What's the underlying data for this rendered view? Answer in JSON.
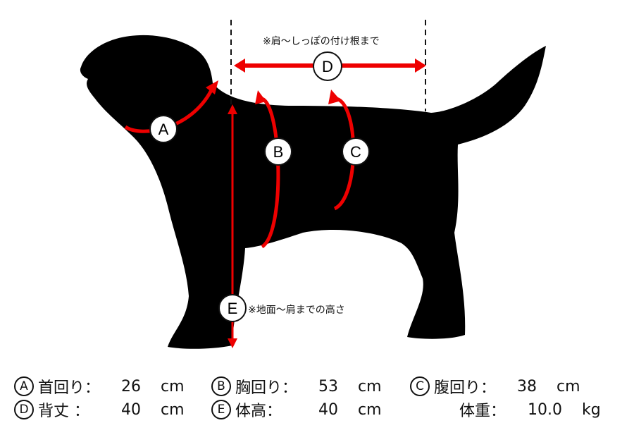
{
  "diagram": {
    "markers": {
      "A": "A",
      "B": "B",
      "C": "C",
      "D": "D",
      "E": "E"
    },
    "note_d": "※肩～しっぽの付け根まで",
    "note_e": "※地面～肩までの高さ",
    "colors": {
      "arrow": "#ee0000",
      "silhouette": "#000000"
    }
  },
  "measurements": [
    {
      "marker": "A",
      "label": "首回り：",
      "value": "26",
      "unit": "cm"
    },
    {
      "marker": "B",
      "label": "胸回り：",
      "value": "53",
      "unit": "cm"
    },
    {
      "marker": "C",
      "label": "腹回り：",
      "value": "38",
      "unit": "cm"
    },
    {
      "marker": "D",
      "label": "背丈 ：",
      "value": "40",
      "unit": "cm"
    },
    {
      "marker": "E",
      "label": "体高：",
      "value": "40",
      "unit": "cm"
    },
    {
      "marker": "",
      "label": "体重：",
      "value": "10.0",
      "unit": "kg"
    }
  ]
}
